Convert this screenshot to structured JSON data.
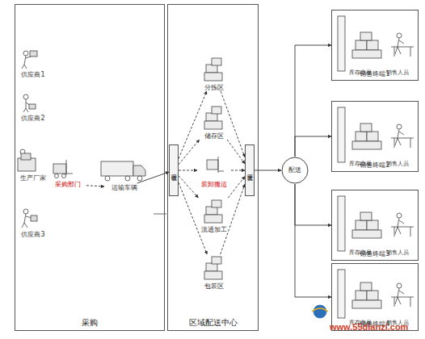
{
  "diagram": {
    "nodes": [
      {
        "text": [
          "采购"
        ]
      },
      {
        "text": [
          "供应商1"
        ],
        "in": 0
      },
      {
        "text": [
          "供应商2"
        ],
        "in": 0
      },
      {
        "text": [
          "生产厂家"
        ],
        "in": 0
      },
      {
        "text": [
          "供应商3"
        ],
        "in": 0
      },
      {
        "text": [
          "采购部门"
        ],
        "in": 0
      },
      {
        "text": [
          "运输车辆"
        ],
        "in": 0
      },
      {
        "text": [
          "区域配送中心"
        ]
      },
      {
        "text": [
          "收货区"
        ],
        "in": 7
      },
      {
        "text": [
          "分拣区"
        ],
        "in": 7
      },
      {
        "text": [
          "储存区"
        ],
        "in": 7
      },
      {
        "text": [
          "装卸搬运"
        ],
        "in": 7
      },
      {
        "text": [
          "流通加工"
        ],
        "in": 7
      },
      {
        "text": [
          "包装区"
        ],
        "in": 7
      },
      {
        "text": [
          "发货区"
        ],
        "in": 7
      },
      {
        "text": [
          "配送"
        ]
      },
      {
        "text": [
          "销售终端1"
        ]
      },
      {
        "text": [
          "销售终端2"
        ]
      },
      {
        "text": [
          "销售终端3"
        ]
      },
      {
        "text": [
          "销售终端4"
        ]
      }
    ],
    "edges": [
      {
        "from": 5,
        "to": 6,
        "arrow": "to"
      },
      {
        "from": 6,
        "to": 8,
        "arrow": "to"
      },
      {
        "from": 8,
        "to": 9,
        "arrow": "to"
      },
      {
        "from": 8,
        "to": 10,
        "arrow": "to"
      },
      {
        "from": 8,
        "to": 11,
        "arrow": "to"
      },
      {
        "from": 8,
        "to": 12,
        "arrow": "to"
      },
      {
        "from": 8,
        "to": 13,
        "arrow": "to"
      },
      {
        "from": 9,
        "to": 14,
        "arrow": "to"
      },
      {
        "from": 10,
        "to": 14,
        "arrow": "to"
      },
      {
        "from": 11,
        "to": 14,
        "arrow": "to"
      },
      {
        "from": 12,
        "to": 14,
        "arrow": "to"
      },
      {
        "from": 13,
        "to": 14,
        "arrow": "to"
      },
      {
        "from": 14,
        "to": 15,
        "arrow": "to"
      },
      {
        "from": 15,
        "to": 16,
        "arrow": "to"
      },
      {
        "from": 15,
        "to": 17,
        "arrow": "to"
      },
      {
        "from": 15,
        "to": 18,
        "arrow": "to"
      },
      {
        "from": 15,
        "to": 19,
        "arrow": "to"
      }
    ],
    "labels": [
      "库存商品",
      "销售人员",
      "库存商品",
      "销售人员",
      "库存商品",
      "销售人员",
      "库存商品",
      "销售人员",
      "www.55dianzi.com"
    ]
  }
}
